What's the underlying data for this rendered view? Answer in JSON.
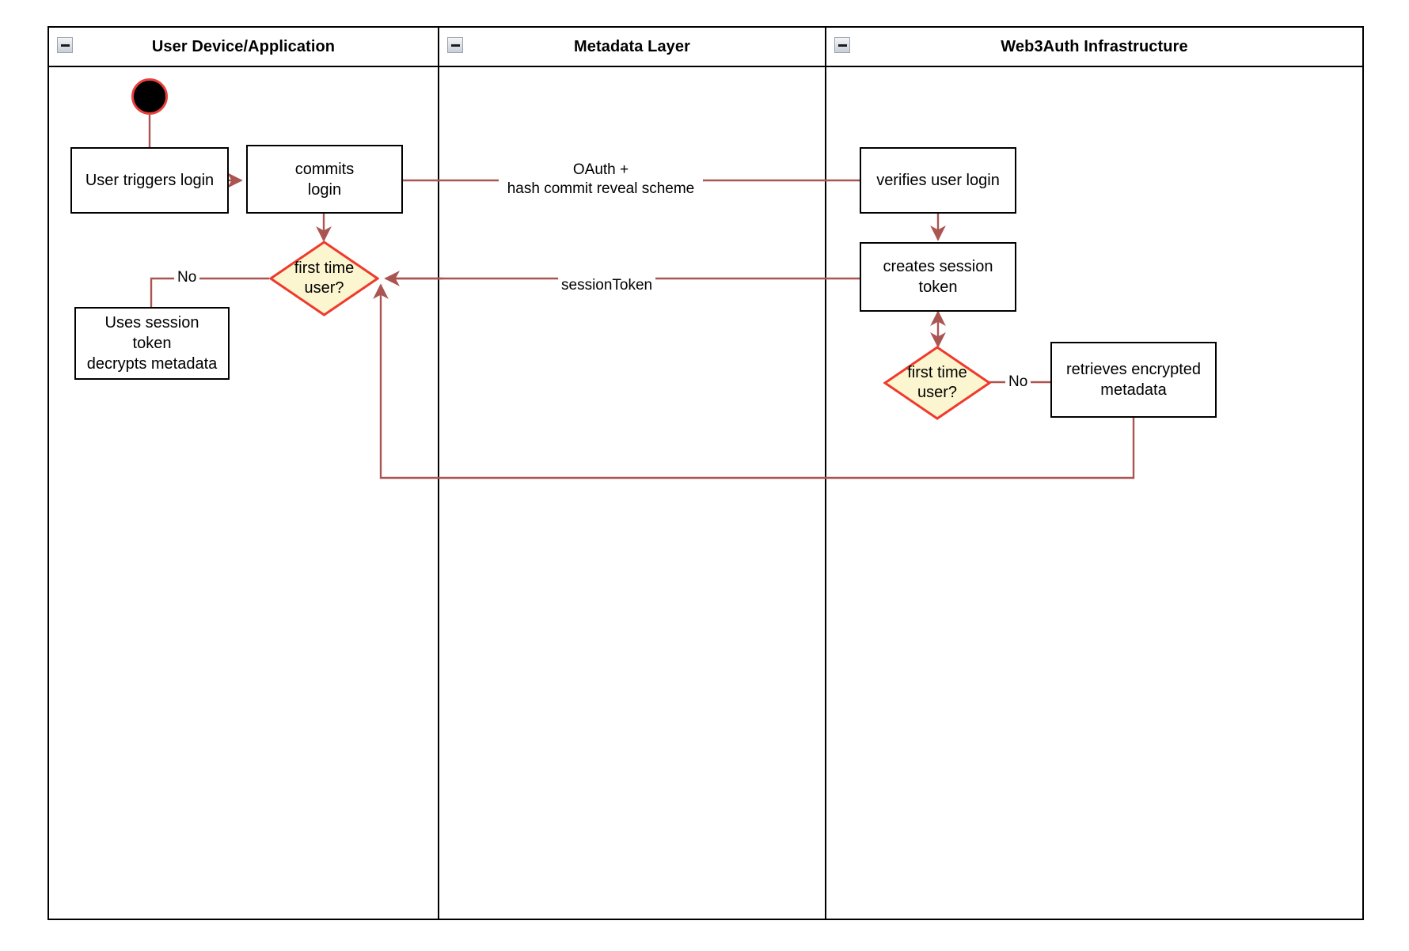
{
  "diagram": {
    "type": "swimlane-activity-diagram",
    "lanes": [
      {
        "title": "User Device/Application",
        "collapse_icon": "collapse-minus-icon"
      },
      {
        "title": "Metadata Layer",
        "collapse_icon": "collapse-minus-icon"
      },
      {
        "title": "Web3Auth Infrastructure",
        "collapse_icon": "collapse-minus-icon"
      }
    ],
    "nodes": {
      "start": {
        "kind": "initial-node",
        "label": ""
      },
      "user_triggers_login": {
        "kind": "activity",
        "label": "User triggers login"
      },
      "commits_login": {
        "kind": "activity",
        "label": "commits\nlogin",
        "line1": "commits",
        "line2": "login"
      },
      "decision_client": {
        "kind": "decision",
        "label": "first time\nuser?",
        "line1": "first time",
        "line2": "user?"
      },
      "uses_session_token": {
        "kind": "activity",
        "label": "Uses session\ntoken\ndecrypts metadata",
        "line1": "Uses session",
        "line2": "token",
        "line3": "decrypts metadata"
      },
      "verifies_user_login": {
        "kind": "activity",
        "label": "verifies user login"
      },
      "creates_session_token": {
        "kind": "activity",
        "label": "creates session\ntoken",
        "line1": "creates session",
        "line2": "token"
      },
      "decision_server": {
        "kind": "decision",
        "label": "first time\nuser?",
        "line1": "first time",
        "line2": "user?"
      },
      "retrieves_encrypted_metadata": {
        "kind": "activity",
        "label": "retrieves encrypted\nmetadata",
        "line1": "retrieves encrypted",
        "line2": "metadata"
      }
    },
    "edge_labels": {
      "oauth": {
        "line1": "OAuth +",
        "line2": "hash commit reveal scheme"
      },
      "session_token": "sessionToken",
      "no_client": "No",
      "no_server": "No"
    },
    "colors": {
      "edge": "#ab5552",
      "decision_fill": "#fcf6d0",
      "decision_stroke": "#ef3a2c",
      "node_stroke": "#000000",
      "start_fill": "#000000",
      "start_stroke": "#e8403a",
      "lane_stroke": "#000000",
      "background": "#ffffff"
    }
  }
}
